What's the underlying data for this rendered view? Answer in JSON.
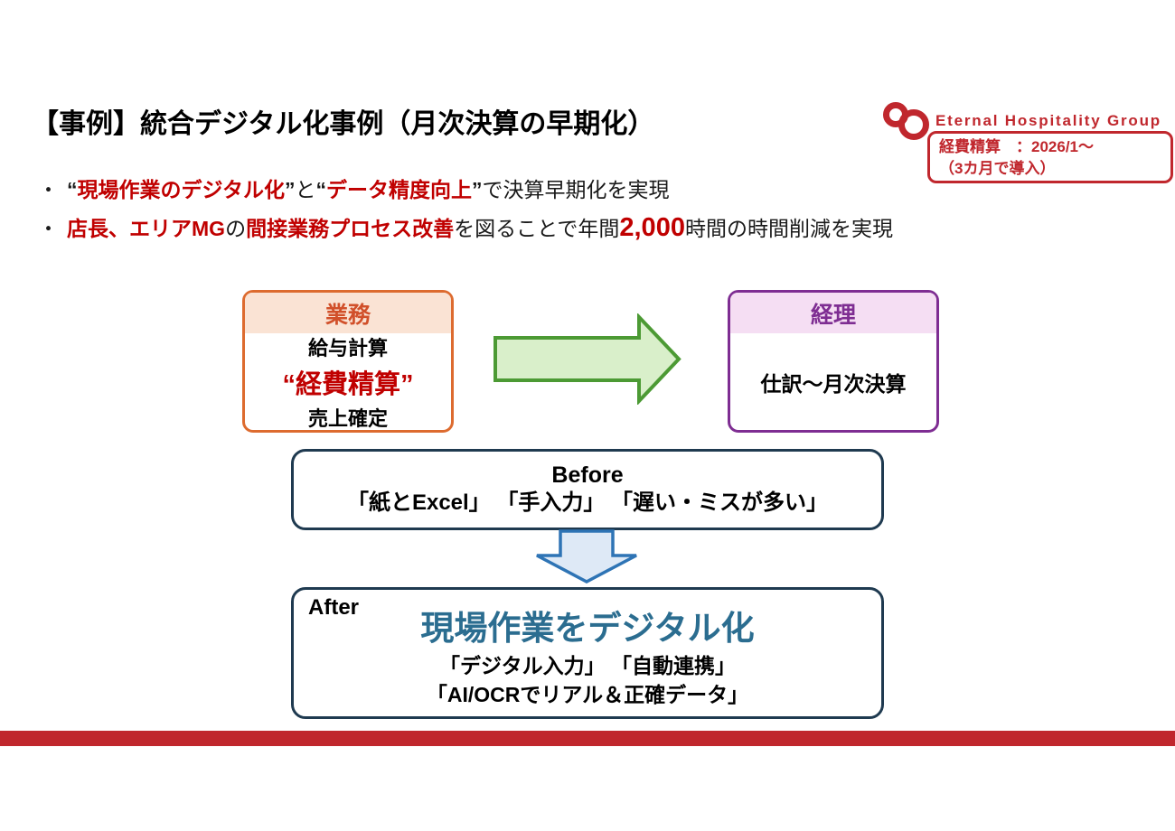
{
  "colors": {
    "brand_red": "#C0272D",
    "accent_red": "#C00000",
    "orange_border": "#DD6B2F",
    "orange_header_bg": "#FAE3D4",
    "orange_header_text": "#D1502A",
    "purple_border": "#7E2D92",
    "purple_header_bg": "#F5DEF3",
    "green_arrow_fill": "#D9EFCA",
    "green_arrow_stroke": "#4C9A34",
    "blue_arrow_fill": "#DEE9F6",
    "blue_arrow_stroke": "#2E74B5",
    "navy_border": "#1F3A50",
    "teal_headline": "#2B6D90"
  },
  "header": {
    "title": "【事例】統合デジタル化事例（月次決算の早期化）",
    "logo": {
      "icon": "double-ring-infinity-icon",
      "text": "Eternal Hospitality Group"
    },
    "badge": {
      "line1": "経費精算　：2026/1～",
      "line2": "（3カ月で導入）"
    }
  },
  "bullets": {
    "b1": {
      "marker": "・",
      "open1": "“",
      "red1": "現場作業のデジタル化",
      "close1": "”",
      "conj": "と",
      "open2": "“",
      "red2": "データ精度向上",
      "close2": "”",
      "tail": "で決算早期化を実現"
    },
    "b2": {
      "marker": "・",
      "red1": "店長、エリアMG",
      "mid1": "の",
      "red2": "間接業務プロセス改善",
      "mid2": "を図ることで年間",
      "num": "2,000",
      "tail": "時間の時間削減を実現"
    }
  },
  "diagram": {
    "gyomu": {
      "header": "業務",
      "line1": "給与計算",
      "line2": "“経費精算”",
      "line3": "売上確定"
    },
    "keiri": {
      "header": "経理",
      "body": "仕訳～月次決算"
    },
    "before": {
      "label": "Before",
      "items": "「紙とExcel」 「手入力」 「遅い・ミスが多い」"
    },
    "after": {
      "label": "After",
      "headline": "現場作業をデジタル化",
      "line1": "「デジタル入力」 「自動連携」",
      "line2": "「AI/OCRでリアル＆正確データ」"
    }
  }
}
